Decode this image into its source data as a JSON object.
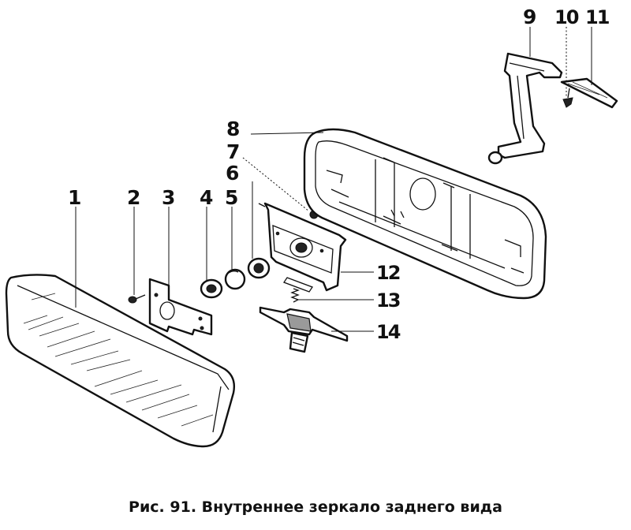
{
  "figure": {
    "caption": "Рис. 91. Внутреннее зеркало заднего вида",
    "callouts": [
      "1",
      "2",
      "3",
      "4",
      "5",
      "6",
      "7",
      "8",
      "9",
      "10",
      "11",
      "12",
      "13",
      "14"
    ]
  }
}
